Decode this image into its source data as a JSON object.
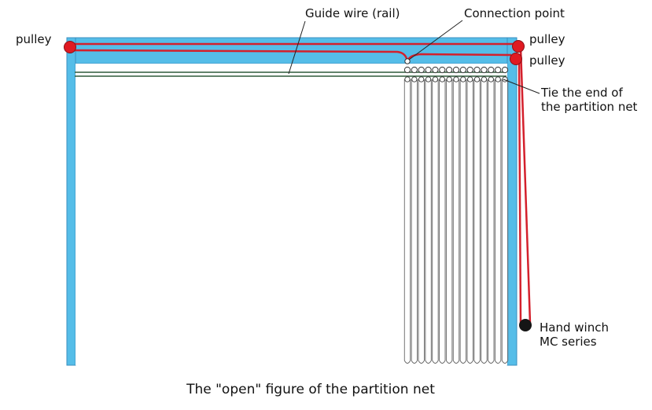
{
  "labels": {
    "guide_wire": "Guide wire (rail)",
    "connection_point": "Connection point",
    "pulley_left": "pulley",
    "pulley_right_top": "pulley",
    "pulley_right_bottom": "pulley",
    "tie_end_line1": "Tie the end of",
    "tie_end_line2": "the partition net",
    "winch_line1": "Hand winch",
    "winch_line2": "MC series"
  },
  "caption": "The \"open\" figure of the partition net",
  "colors": {
    "frame_fill": "#55bde8",
    "frame_stroke": "#3a8fbf",
    "rope": "#d4202c",
    "rope_dark": "#8a1018",
    "guide_wire": "#2f5a3a",
    "net_line": "#555555",
    "winch": "#111111",
    "leader": "#222222"
  },
  "net": {
    "panel_count": 15
  }
}
